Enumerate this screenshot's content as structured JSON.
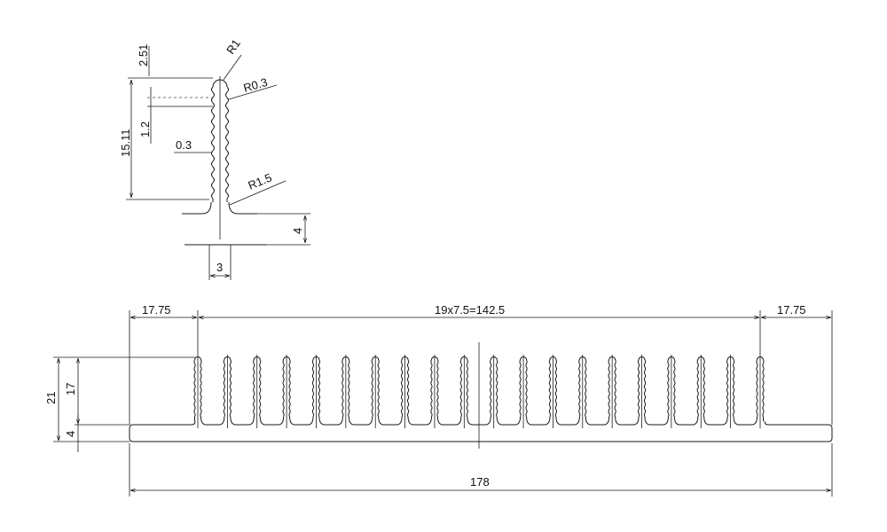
{
  "detail": {
    "dims": {
      "tip_height": "2.51",
      "tip_radius": "R1",
      "serration_radius": "R0.3",
      "fin_height": "15.11",
      "pitch": "1.2",
      "serration_depth": "0.3",
      "root_radius": "R1.5",
      "base_thickness": "4",
      "fin_thickness": "3"
    }
  },
  "profile": {
    "fin_count": 20,
    "dims": {
      "left_margin": "17.75",
      "fin_span": "19x7.5=142.5",
      "right_margin": "17.75",
      "total_height": "21",
      "fin_height": "17",
      "base_thickness": "4",
      "total_width": "178"
    }
  }
}
